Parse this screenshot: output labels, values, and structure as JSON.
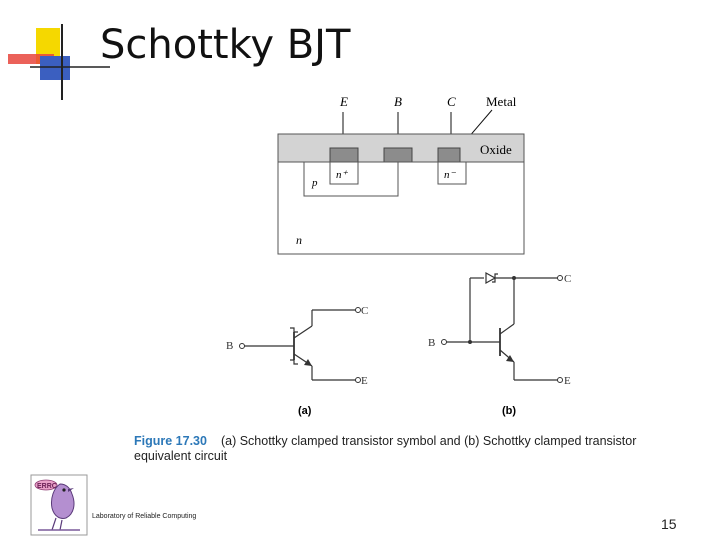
{
  "slide": {
    "title": "Schottky BJT",
    "footer_lab": "Laboratory of Reliable Computing",
    "page_number": "15",
    "logo_text": "ERRC"
  },
  "cross_section": {
    "terminal_labels": {
      "e": "E",
      "b": "B",
      "c": "C"
    },
    "metal_label": "Metal",
    "oxide_label": "Oxide",
    "region_labels": {
      "p": "p",
      "n_plus": "n⁺",
      "n_minus": "n⁻",
      "n": "n"
    }
  },
  "circuit_a": {
    "c": "C",
    "b": "B",
    "e": "E",
    "sublabel": "(a)"
  },
  "circuit_b": {
    "c": "C",
    "b": "B",
    "e": "E",
    "sublabel": "(b)"
  },
  "caption": {
    "figure_label": "Figure 17.30",
    "text": "(a) Schottky clamped transistor symbol and (b) Schottky clamped transistor equivalent circuit"
  },
  "colors": {
    "accent_yellow": "#f5d800",
    "accent_red": "#e8453c",
    "accent_blue": "#3b5fc0",
    "oxide_gray": "#d3d3d3",
    "metal_gray": "#8c8c8c",
    "caption_blue": "#2c78b8"
  }
}
